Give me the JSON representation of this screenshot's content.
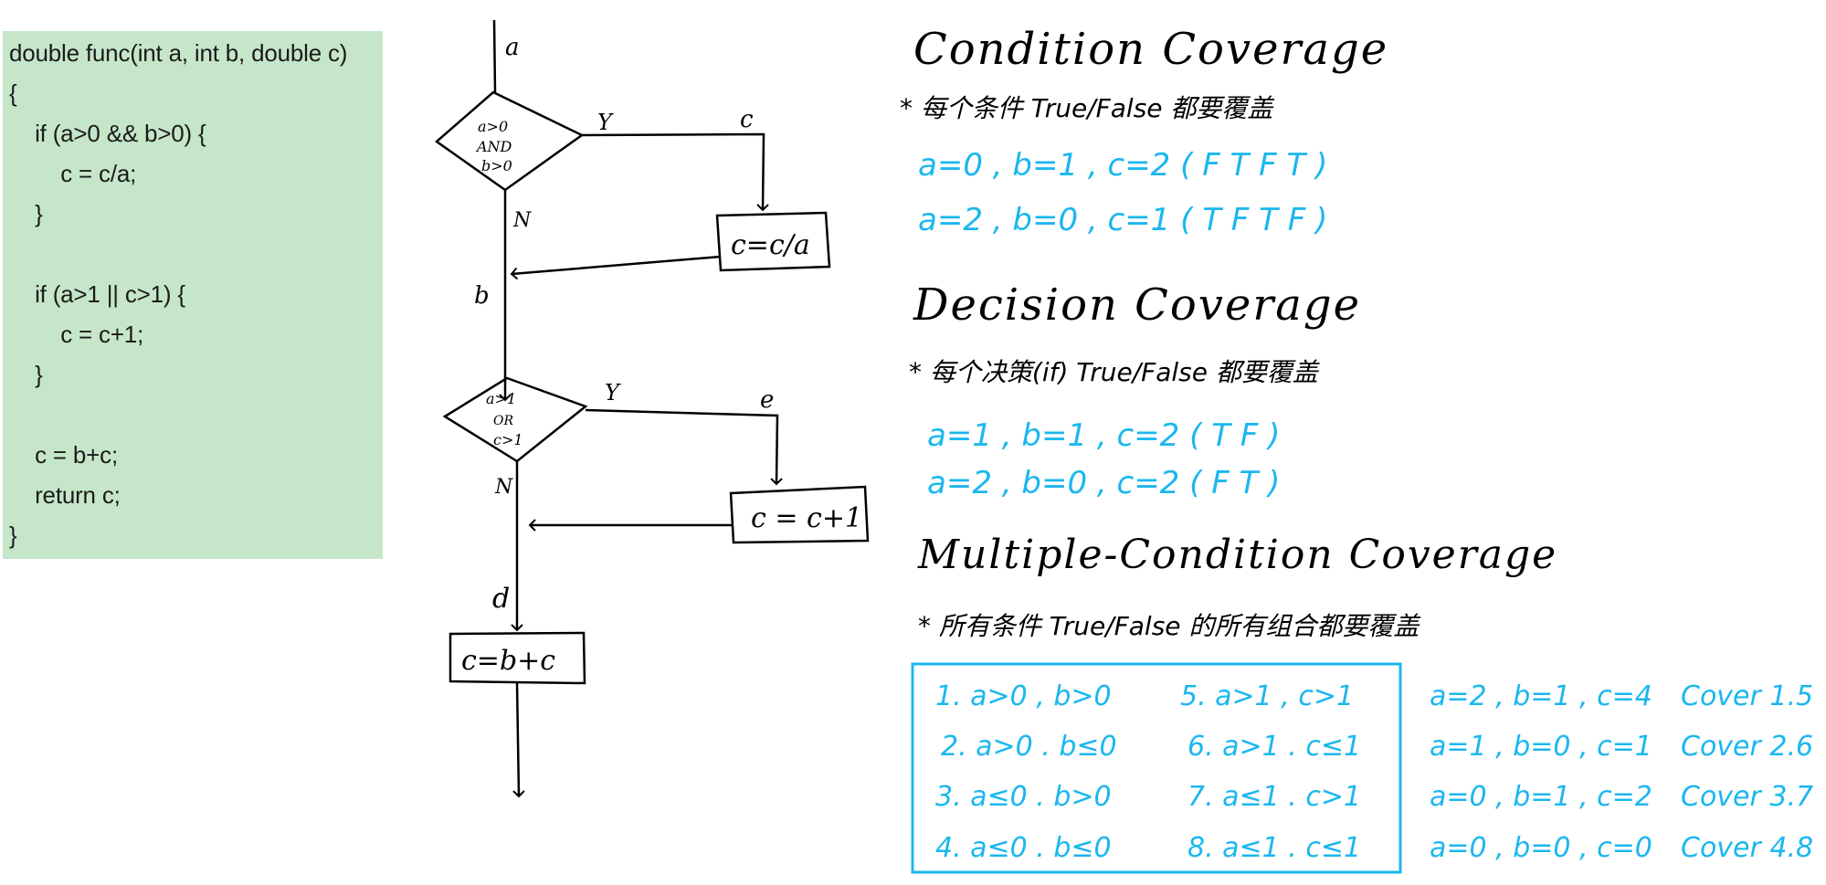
{
  "code": {
    "lines": [
      "double func(int a, int b, double c)",
      "{",
      "    if (a>0 && b>0) {",
      "        c = c/a;",
      "    }",
      "",
      "    if (a>1 || c>1) {",
      "        c = c+1;",
      "    }",
      "",
      "    c = b+c;",
      "    return c;",
      "}"
    ]
  },
  "flowchart": {
    "entry_label": "a",
    "decision1": {
      "line1": "a>0",
      "line2": "AND",
      "line3": "b>0"
    },
    "decision1_yes": "Y",
    "decision1_no": "N",
    "edge_c": "c",
    "box1": "c=c/a",
    "edge_b": "b",
    "decision2": {
      "line1": "a>1",
      "line2": "OR",
      "line3": "c>1"
    },
    "decision2_yes": "Y",
    "decision2_no": "N",
    "edge_e": "e",
    "box2": "c = c+1",
    "edge_d": "d",
    "box3": "c=b+c"
  },
  "notes": {
    "condition": {
      "heading": "Condition Coverage",
      "rule": "* 每个条件 True/False 都要覆盖",
      "cases": [
        "a=0 , b=1 , c=2 ( F T F T )",
        "a=2 , b=0 , c=1 ( T F T F )"
      ]
    },
    "decision": {
      "heading": "Decision Coverage",
      "rule": "* 每个决策(if) True/False 都要覆盖",
      "cases": [
        "a=1 , b=1 , c=2 ( T F )",
        "a=2 , b=0 , c=2 ( F T )"
      ]
    },
    "multiple": {
      "heading": "Multiple-Condition Coverage",
      "rule": "* 所有条件 True/False 的所有组合都要覆盖",
      "combos_left": [
        "1. a>0 , b>0",
        "2. a>0 . b≤0",
        "3. a≤0 . b>0",
        "4. a≤0 . b≤0"
      ],
      "combos_right": [
        "5. a>1 , c>1",
        "6. a>1 . c≤1",
        "7. a≤1 . c>1",
        "8. a≤1 . c≤1"
      ],
      "tests": [
        "a=2 , b=1 , c=4",
        "a=1 , b=0 , c=1",
        "a=0 , b=1 , c=2",
        "a=0 , b=0 , c=0"
      ],
      "covers": [
        "Cover 1.5",
        "Cover 2.6",
        "Cover 3.7",
        "Cover 4.8"
      ]
    }
  },
  "colors": {
    "code_bg": "#c6e6c9",
    "ink": "#000000",
    "blue_ink": "#1bb7ee"
  }
}
